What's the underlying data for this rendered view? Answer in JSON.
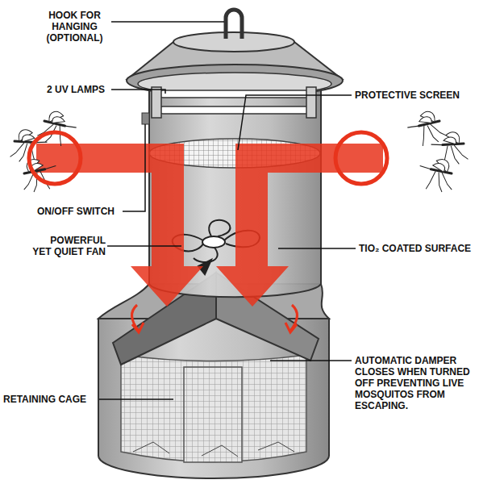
{
  "diagram": {
    "labels": [
      "HOOK FOR HANGING (OPTIONAL)",
      "2 UV LAMPS",
      "PROTECTIVE SCREEN",
      "ON/OFF SWITCH",
      "POWERFUL YET QUIET FAN",
      "TIO₂ COATED SURFACE",
      "AUTOMATIC DAMPER CLOSES WHEN TURNED OFF PREVENTING LIVE MOSQUITOS FROM ESCAPING.",
      "RETAINING CAGE"
    ]
  }
}
